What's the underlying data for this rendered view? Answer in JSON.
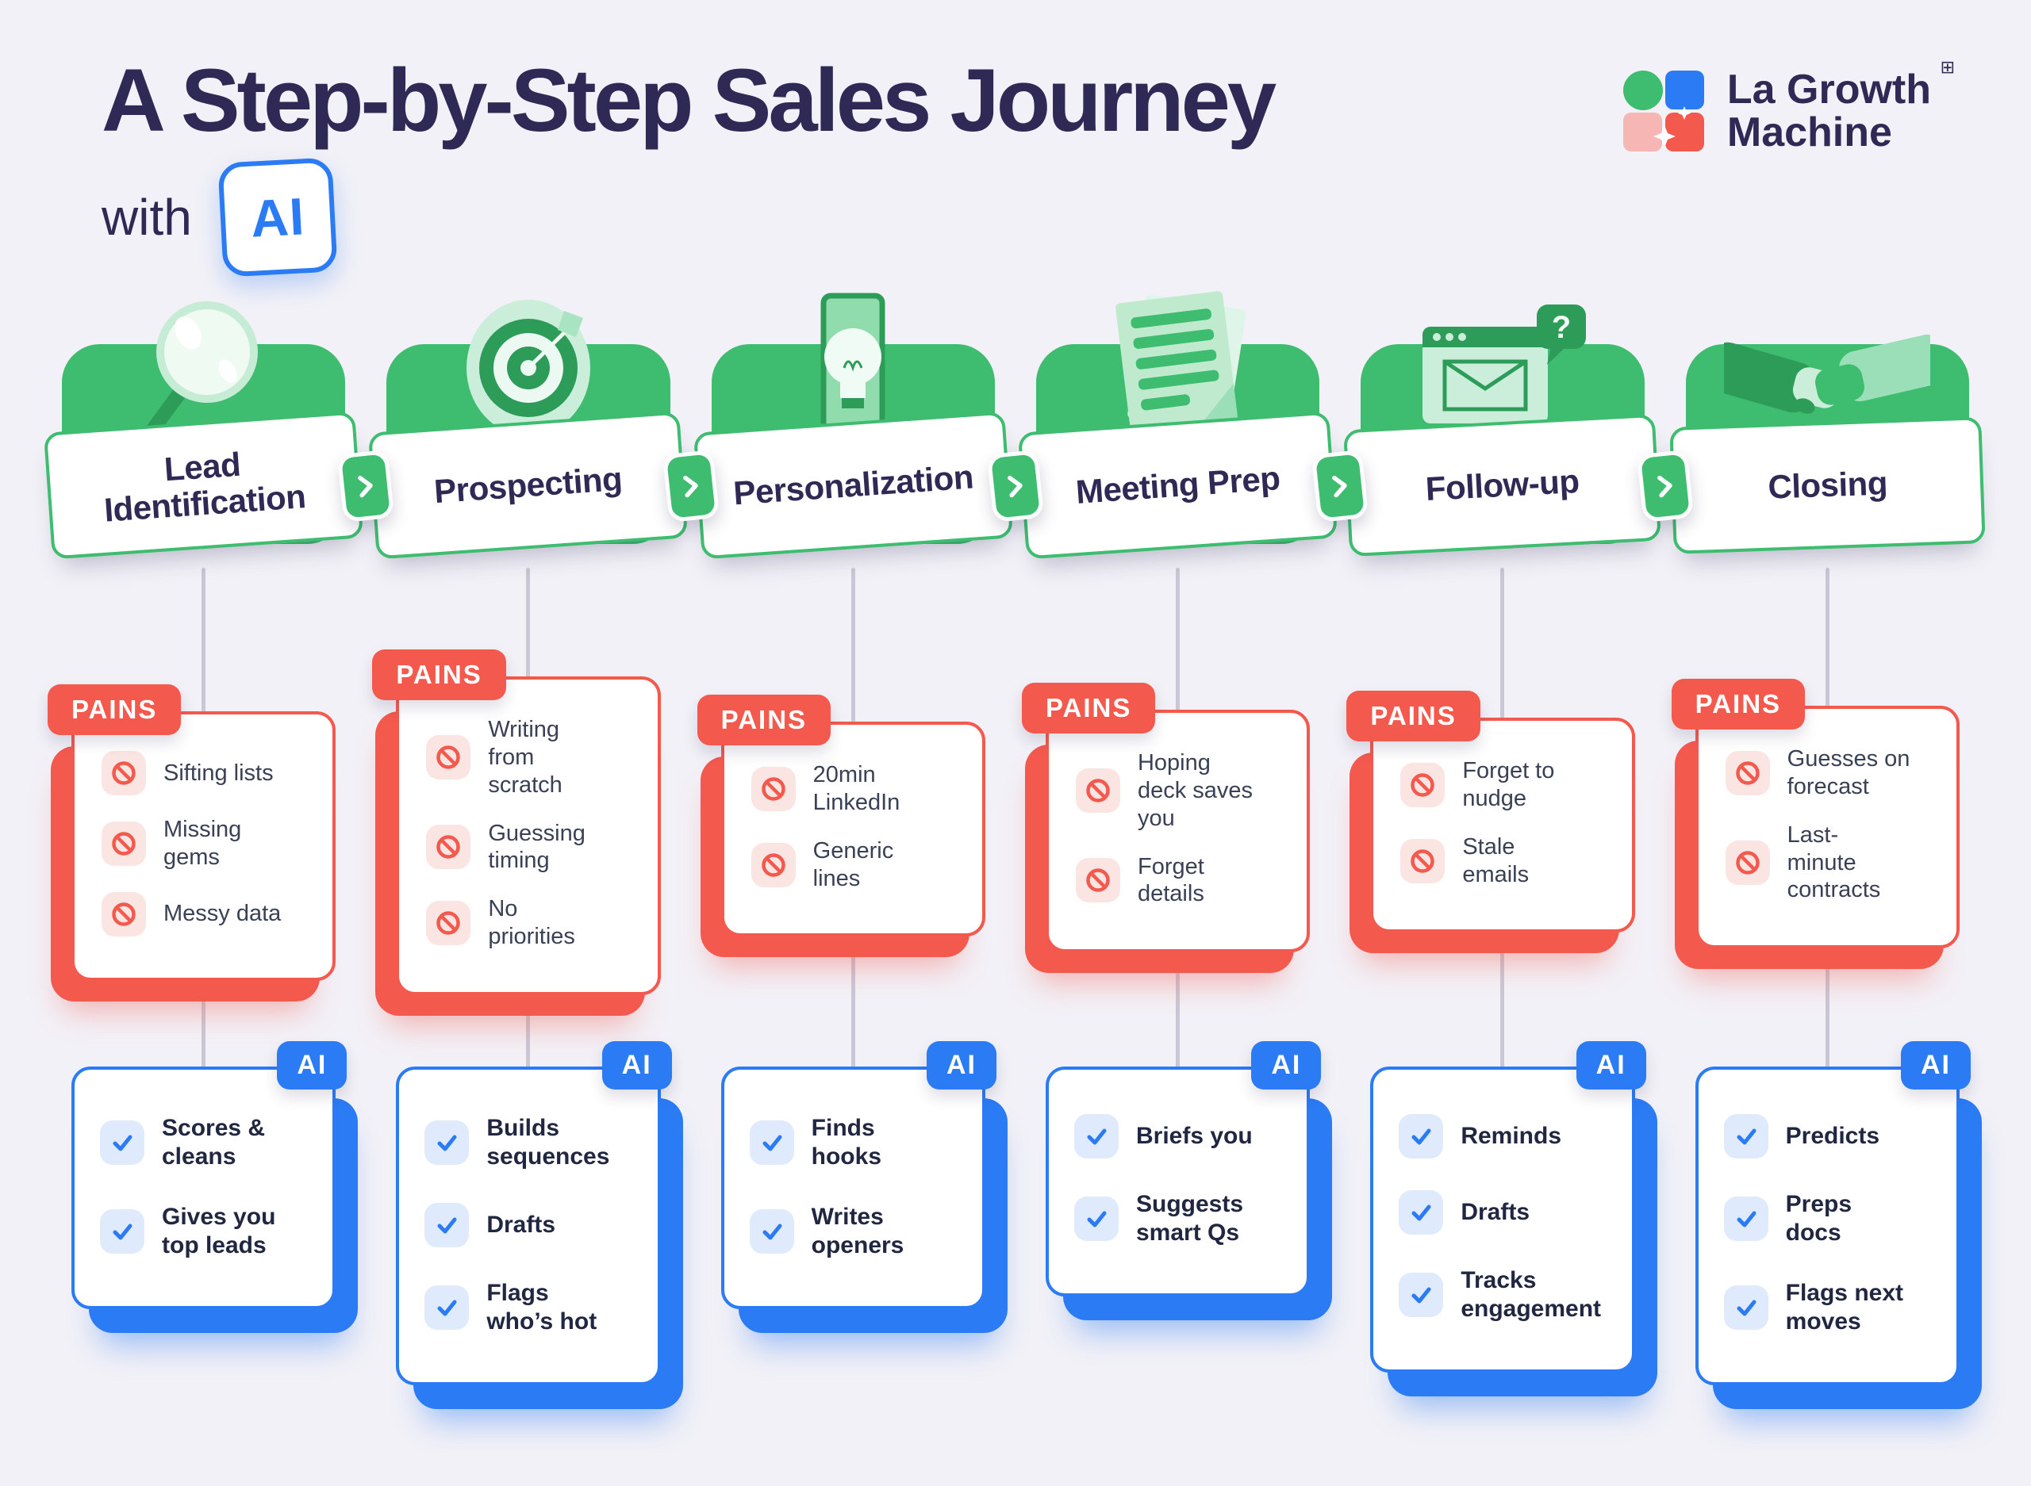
{
  "palette": {
    "background": "#F2F1F7",
    "green": "#3EBC6F",
    "green_dark": "#2E9C59",
    "green_light": "#CBEEDA",
    "coral": "#F4594E",
    "coral_light": "#FBE5E2",
    "blue": "#2B7BF5",
    "blue_light": "#DFEAFC",
    "navy": "#2F2A55",
    "connector_gray": "#C9C8D4"
  },
  "header": {
    "title": "A Step-by-Step Sales Journey",
    "with_label": "with",
    "ai_badge": "AI"
  },
  "logo": {
    "name_line1": "La Growth",
    "name_line2": "Machine",
    "trademark": "⊞"
  },
  "labels": {
    "pains": "PAINS",
    "ai": "AI"
  },
  "stages": [
    {
      "label": "Lead\nIdentification",
      "icon": "magnifier-icon",
      "pains": [
        "Sifting lists",
        "Missing\ngems",
        "Messy data"
      ],
      "ai": [
        "Scores &\ncleans",
        "Gives you\ntop leads"
      ]
    },
    {
      "label": "Prospecting",
      "icon": "dartboard-icon",
      "pains": [
        "Writing\nfrom\nscratch",
        "Guessing\ntiming",
        "No\npriorities"
      ],
      "ai": [
        "Builds\nsequences",
        "Drafts",
        "Flags\nwho’s hot"
      ]
    },
    {
      "label": "Personalization",
      "icon": "lightbulb-icon",
      "pains": [
        "20min\nLinkedIn",
        "Generic\nlines"
      ],
      "ai": [
        "Finds\nhooks",
        "Writes\nopeners"
      ]
    },
    {
      "label": "Meeting Prep",
      "icon": "notes-icon",
      "pains": [
        "Hoping\ndeck saves\nyou",
        "Forget\ndetails"
      ],
      "ai": [
        "Briefs you",
        "Suggests\nsmart Qs"
      ]
    },
    {
      "label": "Follow-up",
      "icon": "email-question-icon",
      "bubble_glyph": "?",
      "pains": [
        "Forget to\nnudge",
        "Stale\nemails"
      ],
      "ai": [
        "Reminds",
        "Drafts",
        "Tracks\nengagement"
      ]
    },
    {
      "label": "Closing",
      "icon": "handshake-icon",
      "pains": [
        "Guesses on\nforecast",
        "Last-\nminute\ncontracts"
      ],
      "ai": [
        "Predicts",
        "Preps\ndocs",
        "Flags next\nmoves"
      ]
    }
  ]
}
